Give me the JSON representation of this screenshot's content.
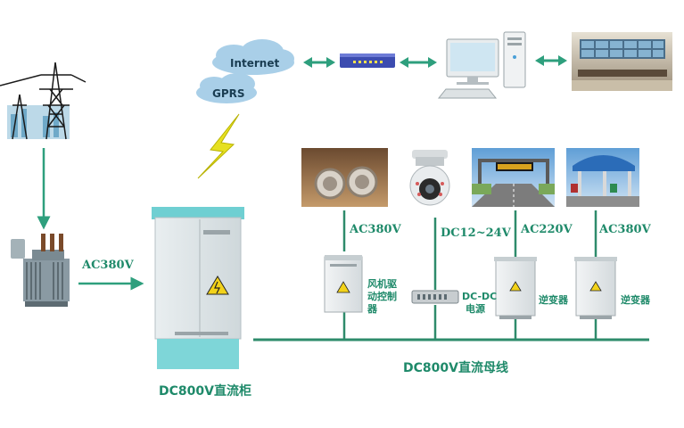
{
  "network": {
    "internet_label": "Internet",
    "gprs_label": "GPRS"
  },
  "labels": {
    "transformer_output": "AC380V",
    "fan_supply": "AC380V",
    "camera_supply": "DC12~24V",
    "sign_supply": "AC220V",
    "toll_supply": "AC380V"
  },
  "devices": {
    "cabinet_label": "DC800V直流柜",
    "fan_controller_label": "风机驱动控制器",
    "dcdc_label_line1": "DC-DC",
    "dcdc_label_line2": "电源",
    "inverter1_label": "逆变器",
    "inverter2_label": "逆变器"
  },
  "bus": {
    "label": "DC800V直流母线"
  },
  "colors": {
    "line_green": "#2e8b6b",
    "label_green": "#1f8a6a",
    "arrow_green": "#2e9f7d",
    "cloud_blue": "#a9cfe8",
    "bolt_yellow": "#e6e020"
  },
  "icons": {
    "power_tower": "power-tower-icon",
    "transformer": "transformer-icon",
    "cloud": "cloud-icon",
    "switch": "network-switch-icon",
    "computer": "computer-icon",
    "control_room": "control-room-icon",
    "wireless": "lightning-bolt-icon",
    "tunnel_fan": "tunnel-fan-icon",
    "camera": "dome-camera-icon",
    "vms_sign": "highway-sign-icon",
    "toll": "toll-station-icon",
    "cabinet": "dc-cabinet-icon",
    "inverter": "inverter-box-icon"
  }
}
